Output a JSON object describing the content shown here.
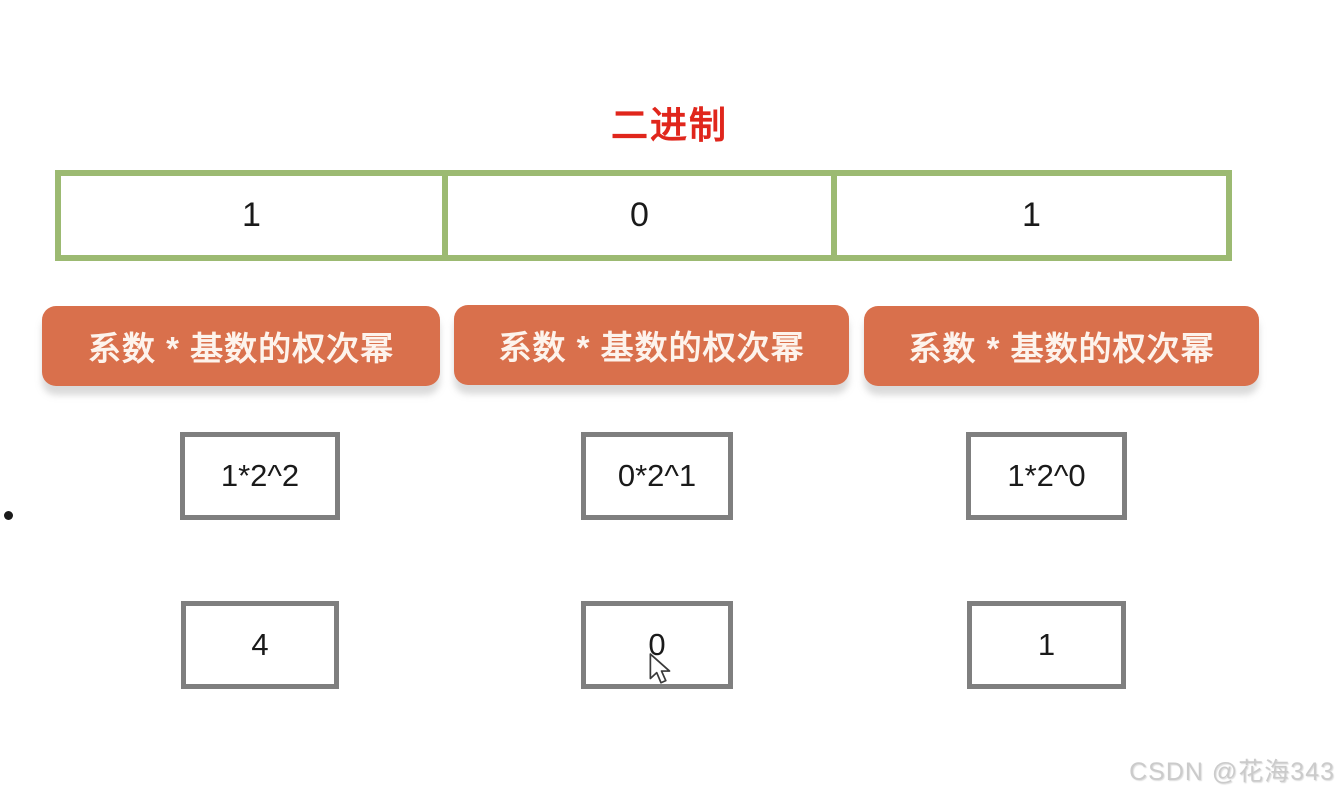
{
  "slide": {
    "title": "二进制",
    "watermark": "CSDN @花海343"
  },
  "columns": [
    {
      "digit": "1",
      "formula_label": "系数 * 基数的权次幂",
      "expression": "1*2^2",
      "result": "4"
    },
    {
      "digit": "0",
      "formula_label": "系数 * 基数的权次幂",
      "expression": "0*2^1",
      "result": "0"
    },
    {
      "digit": "1",
      "formula_label": "系数 * 基数的权次幂",
      "expression": "1*2^0",
      "result": "1"
    }
  ],
  "colors": {
    "title_red": "#e0261c",
    "digit_border_green": "#9cba72",
    "button_orange": "#d9704c",
    "box_border_gray": "#7f7f7f",
    "watermark_gray": "#cbcbcb"
  }
}
